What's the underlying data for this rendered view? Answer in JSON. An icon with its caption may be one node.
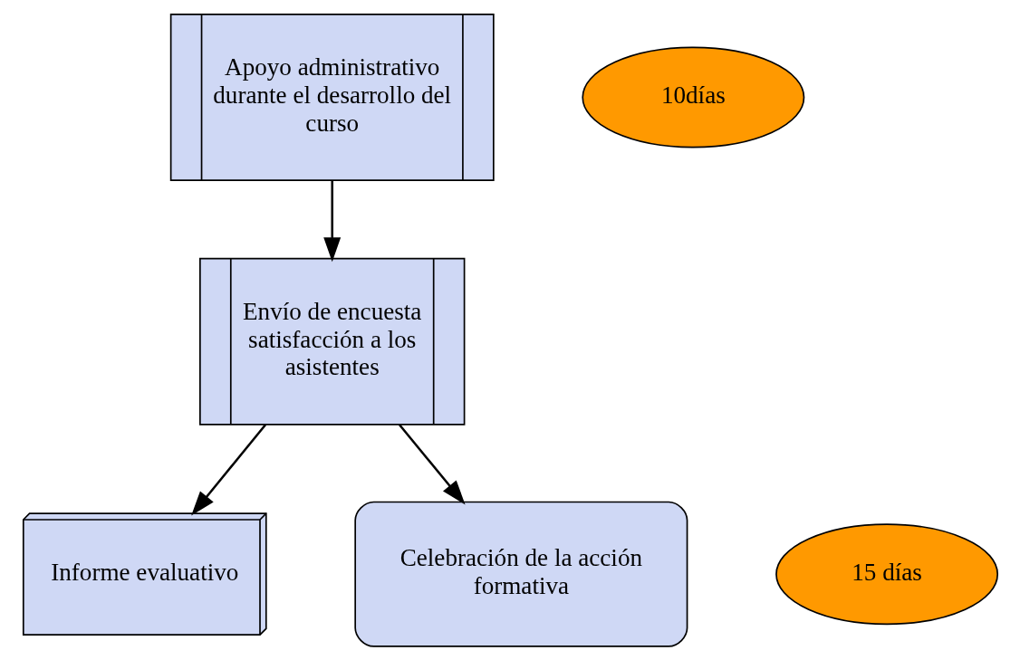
{
  "diagram": {
    "nodes": [
      {
        "text": [
          "Apoyo administrativo durante el desarrollo del curso"
        ]
      },
      {
        "text": [
          "10días"
        ]
      },
      {
        "text": [
          "Envío de encuesta satisfacción a los asistentes"
        ]
      },
      {
        "text": [
          "Informe evaluativo"
        ]
      },
      {
        "text": [
          "15 días"
        ]
      },
      {
        "text": [
          "Celebración de la acción formativa"
        ]
      }
    ],
    "edges": [
      {
        "from": 0,
        "to": 2,
        "arrow": "to"
      },
      {
        "from": 2,
        "to": 3,
        "arrow": "to"
      },
      {
        "from": 2,
        "to": 5,
        "arrow": "to"
      }
    ]
  }
}
